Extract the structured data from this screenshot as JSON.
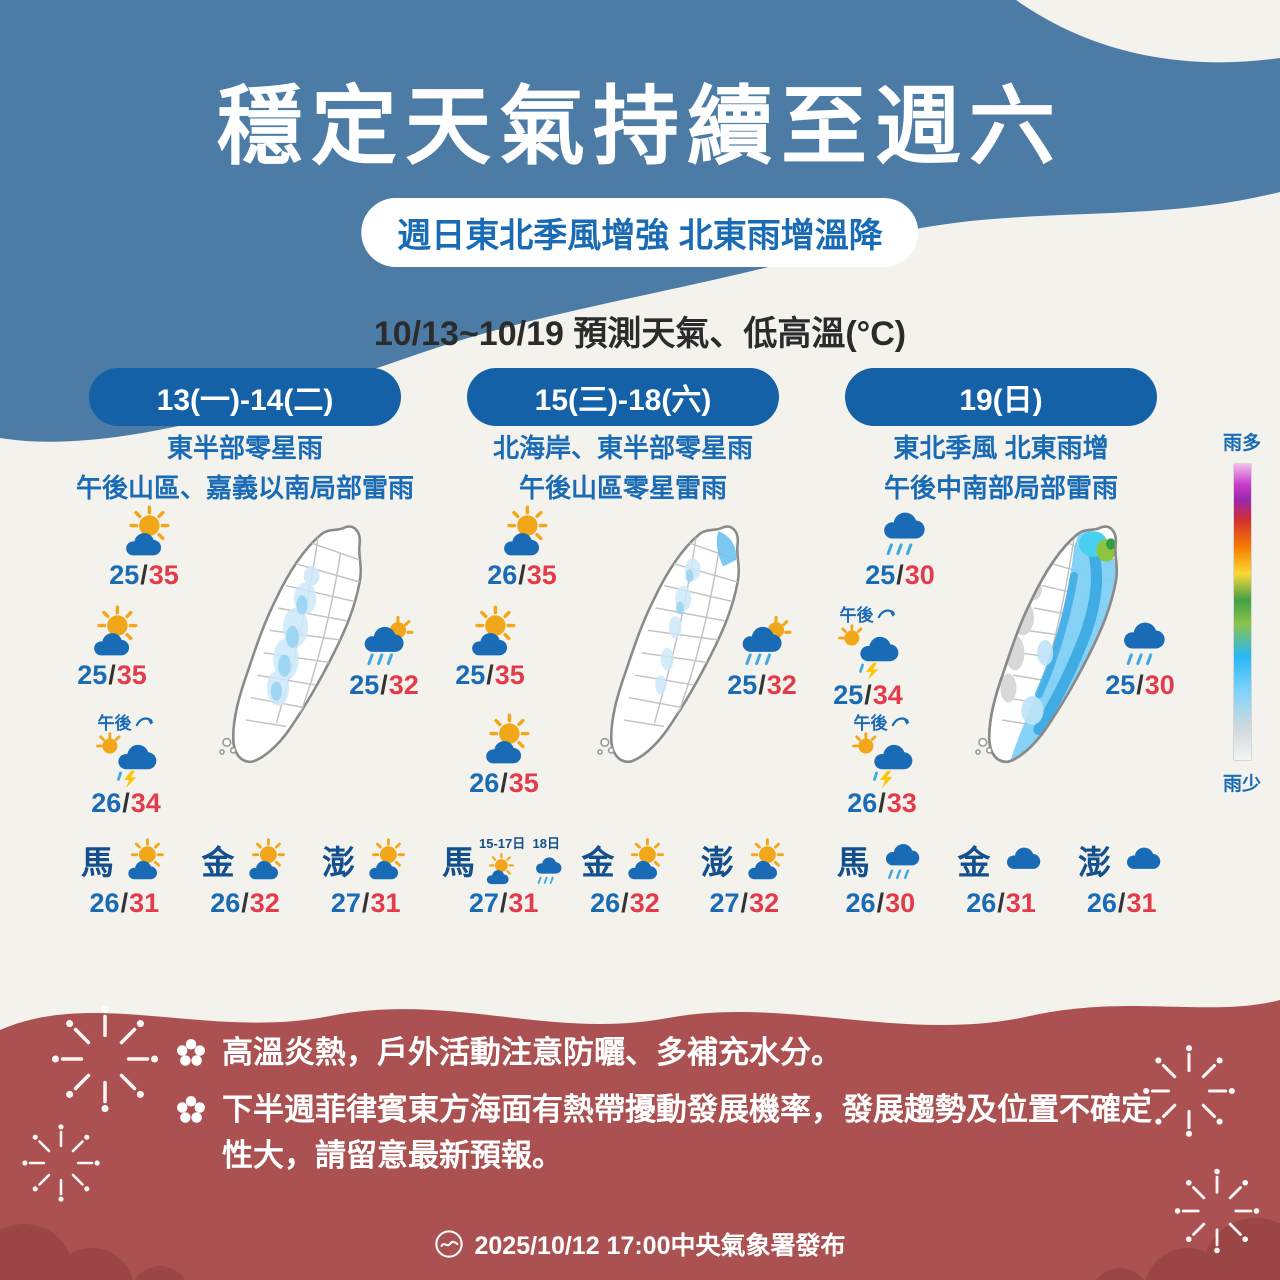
{
  "header": {
    "title": "穩定天氣持續至週六",
    "subtitle": "週日東北季風增強 北東雨增溫降"
  },
  "section": {
    "title": "10/13~10/19 預測天氣、低高溫(°C)"
  },
  "glyphs": {
    "slash": "/"
  },
  "legend": {
    "more": "雨多",
    "less": "雨少"
  },
  "columns": [
    {
      "period": "13(一)-14(二)",
      "desc_line1": "東半部零星雨",
      "desc_line2": "午後山區、嘉義以南局部雷雨",
      "points": {
        "north": {
          "icon": "sun-cloud",
          "low": "25",
          "high": "35"
        },
        "west": {
          "icon": "sun-cloud",
          "low": "25",
          "high": "35"
        },
        "east": {
          "icon": "sun-cloud-rain",
          "low": "25",
          "high": "32"
        },
        "south": {
          "icon": "sun-cloud-thunder",
          "low": "26",
          "high": "34",
          "label": "午後"
        }
      },
      "islands": [
        {
          "name": "馬",
          "icon": "sun-cloud",
          "low": "26",
          "high": "31"
        },
        {
          "name": "金",
          "icon": "sun-cloud",
          "low": "26",
          "high": "32"
        },
        {
          "name": "澎",
          "icon": "sun-cloud",
          "low": "27",
          "high": "31"
        }
      ]
    },
    {
      "period": "15(三)-18(六)",
      "desc_line1": "北海岸、東半部零星雨",
      "desc_line2": "午後山區零星雷雨",
      "points": {
        "north": {
          "icon": "sun-cloud",
          "low": "26",
          "high": "35"
        },
        "west": {
          "icon": "sun-cloud",
          "low": "25",
          "high": "35"
        },
        "east": {
          "icon": "sun-cloud-rain",
          "low": "25",
          "high": "32"
        },
        "south": {
          "icon": "sun-cloud",
          "low": "26",
          "high": "35"
        }
      },
      "islands": [
        {
          "name": "馬",
          "split": [
            {
              "label": "15-17日",
              "icon": "sun-cloud"
            },
            {
              "label": "18日",
              "icon": "cloud-rain"
            }
          ],
          "low": "27",
          "high": "31"
        },
        {
          "name": "金",
          "icon": "sun-cloud",
          "low": "26",
          "high": "32"
        },
        {
          "name": "澎",
          "icon": "sun-cloud",
          "low": "27",
          "high": "32"
        }
      ]
    },
    {
      "period": "19(日)",
      "desc_line1": "東北季風 北東雨增",
      "desc_line2": "午後中南部局部雷雨",
      "points": {
        "north": {
          "icon": "cloud-rain",
          "low": "25",
          "high": "30"
        },
        "west": {
          "icon": "sun-cloud-thunder",
          "low": "25",
          "high": "34",
          "label": "午後"
        },
        "east": {
          "icon": "cloud-rain",
          "low": "25",
          "high": "30"
        },
        "south": {
          "icon": "sun-cloud-thunder",
          "low": "26",
          "high": "33",
          "label": "午後"
        }
      },
      "islands": [
        {
          "name": "馬",
          "icon": "cloud-rain",
          "low": "26",
          "high": "30"
        },
        {
          "name": "金",
          "icon": "cloud",
          "low": "26",
          "high": "31"
        },
        {
          "name": "澎",
          "icon": "cloud",
          "low": "26",
          "high": "31"
        }
      ]
    }
  ],
  "notes": [
    "高溫炎熱，戶外活動注意防曬、多補充水分。",
    "下半週菲律賓東方海面有熱帶擾動發展機率，發展趨勢及位置不確定性大，請留意最新預報。"
  ],
  "footer": {
    "text": "2025/10/12 17:00中央氣象署發布"
  },
  "colors": {
    "header_blue": "#4C7CA6",
    "pill_blue": "#1461A8",
    "accent_blue": "#1A6BB5",
    "temp_low": "#1A6BB5",
    "temp_high": "#E23B4B",
    "bottom_red": "#AC5151",
    "legend_scale_top_to_bottom": [
      "#C73CC7",
      "#9C27B0",
      "#D32F2F",
      "#F57C00",
      "#FDD835",
      "#43A047",
      "#8BC34A",
      "#29B6F6",
      "#81D4FA",
      "#CFD8DC",
      "#F4F4F4"
    ]
  }
}
